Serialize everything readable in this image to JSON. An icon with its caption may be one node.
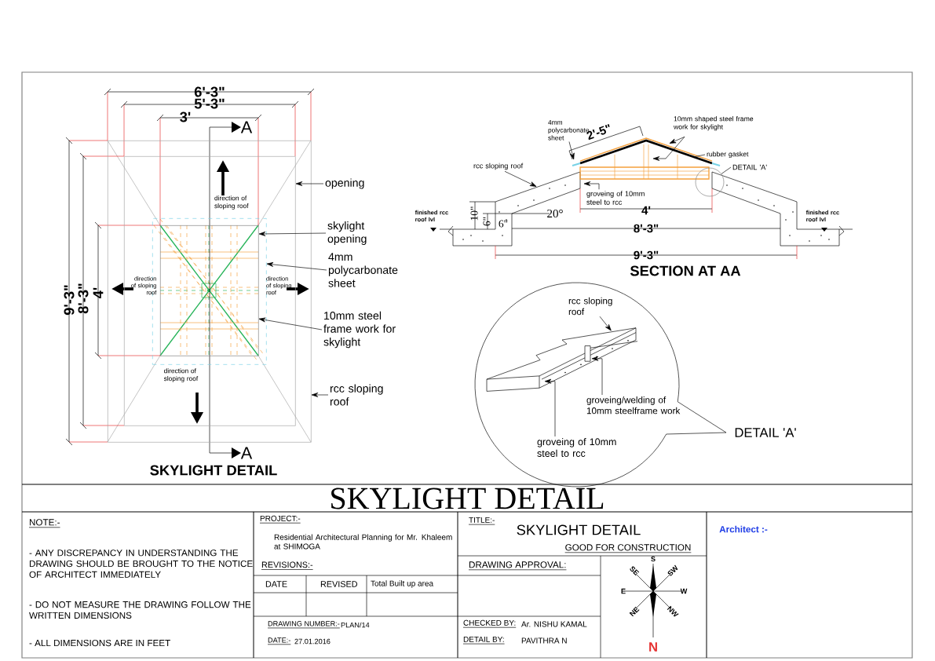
{
  "diagram": {
    "title": "SKYLIGHT DETAIL",
    "nodes": [
      {
        "text": [
          "opening"
        ]
      },
      {
        "text": [
          "skylight opening"
        ]
      },
      {
        "text": [
          "4mm polycarbonate sheet"
        ]
      },
      {
        "text": [
          "10mm steel frame work for skylight"
        ]
      },
      {
        "text": [
          "rcc sloping roof"
        ]
      },
      {
        "text": [
          "4mm polycarbonate sheet"
        ]
      },
      {
        "text": [
          "10mm shaped steel frame work for skylight"
        ]
      },
      {
        "text": [
          "rubber gasket"
        ]
      },
      {
        "text": [
          "DETAIL 'A'"
        ]
      },
      {
        "text": [
          "rcc sloping roof"
        ]
      },
      {
        "text": [
          "groveing of 10mm steel to rcc"
        ]
      },
      {
        "text": [
          "rcc sloping roof"
        ]
      },
      {
        "text": [
          "groveing/welding of 10mm steelframe work"
        ]
      },
      {
        "text": [
          "groveing of 10mm steel to rcc"
        ]
      },
      {
        "text": [],
        "shape": "box"
      },
      {
        "text": [],
        "shape": "circle"
      },
      {
        "text": [],
        "shape": "box",
        "in": 14
      },
      {
        "text": [],
        "shape": "box",
        "in": 16
      },
      {
        "text": [],
        "shape": "box",
        "in": 17
      },
      {
        "text": [],
        "shape": "picture"
      }
    ],
    "edges": [
      {
        "from": 0,
        "to": 16,
        "arrow": "to"
      },
      {
        "from": 1,
        "to": 18,
        "arrow": "to"
      },
      {
        "from": 2,
        "to": 17,
        "arrow": "to"
      },
      {
        "from": 3,
        "to": 18,
        "arrow": "to"
      },
      {
        "from": 4,
        "to": 14,
        "arrow": "to"
      },
      {
        "from": 5,
        "to": null,
        "arrow": "to"
      },
      {
        "from": 6,
        "to": null,
        "arrow": "to"
      },
      {
        "from": 6,
        "to": null,
        "arrow": "to"
      },
      {
        "from": 7,
        "to": null,
        "arrow": "none"
      },
      {
        "from": 8,
        "to": 15,
        "arrow": "none"
      },
      {
        "from": 9,
        "to": null,
        "arrow": "to"
      },
      {
        "from": 10,
        "to": null,
        "arrow": "to"
      },
      {
        "from": 11,
        "to": 19,
        "arrow": "to"
      },
      {
        "from": 12,
        "to": 19,
        "arrow": "to"
      },
      {
        "from": 13,
        "to": 19,
        "arrow": "to"
      }
    ],
    "labels": [
      "6'-3\"",
      "5'-3\"",
      "3'",
      "A",
      "9'-3\"",
      "8'-3\"",
      "4'",
      "direction of sloping roof",
      "direction of sloping roof",
      "direction of sloping roof",
      "direction of sloping roof",
      "A",
      "SKYLIGHT DETAIL",
      "2'-5\"",
      "20°",
      "4'",
      "10\"",
      "6\"",
      "6\"",
      "8'-3\"",
      "9'-3\"",
      "finished rcc roof lvl",
      "finished rcc roof lvl",
      "SECTION AT AA",
      "NOTE:-",
      "- ANY DISCREPANCY IN UNDERSTANDING THE DRAWING SHOULD BE BROUGHT TO THE NOTICE OF ARCHITECT IMMEDIATELY",
      "- DO NOT MEASURE THE DRAWING FOLLOW THE WRITTEN DIMENSIONS",
      "- ALL DIMENSIONS ARE IN FEET",
      "PROJECT:-",
      "Residential Architectural Planning for Mr. Khaleem at SHIMOGA",
      "REVISIONS:-",
      "DATE",
      "REVISED",
      "Total Built up area",
      "DRAWING NUMBER:-",
      "PLAN/14",
      "DATE:-",
      "27.01.2016",
      "TITLE:-",
      "SKYLIGHT DETAIL",
      "GOOD FOR CONSTRUCTION",
      "DRAWING APPROVAL:",
      "CHECKED BY:",
      "Ar. NISHU KAMAL",
      "DETAIL BY:",
      "PAVITHRA N",
      "S",
      "SW",
      "W",
      "NW",
      "N",
      "NE",
      "E",
      "SE",
      "Architect :-",
      "DETAIL 'A'"
    ]
  }
}
